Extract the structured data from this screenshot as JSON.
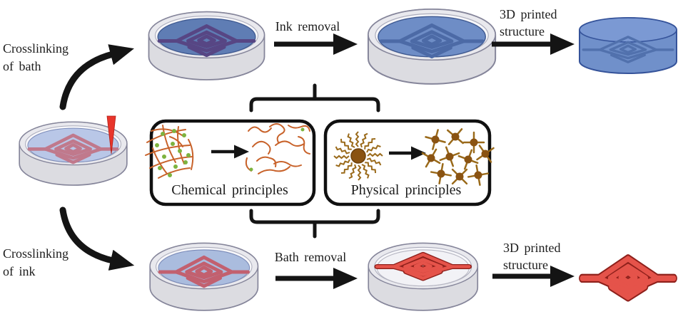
{
  "figure": {
    "top_path": {
      "crosslink_label_line1": "Crosslinking",
      "crosslink_label_line2": "of bath",
      "step2_arrow_label": "Ink removal",
      "step3_arrow_label_line1": "3D printed",
      "step3_arrow_label_line2": "structure"
    },
    "principles": {
      "chemical_label": "Chemical principles",
      "physical_label": "Physical principles"
    },
    "bottom_path": {
      "crosslink_label_line1": "Crosslinking",
      "crosslink_label_line2": "of ink",
      "step2_arrow_label": "Bath removal",
      "step3_arrow_label_line1": "3D printed",
      "step3_arrow_label_line2": "structure"
    }
  },
  "colors": {
    "arrow_black": "#141414",
    "dish_gray": "#dcdce1",
    "start_bath": "#b9c7e7",
    "start_ink": "#c0798c",
    "nozzle_red": "#e8352b",
    "crosslinked_bath": "#5f7db4",
    "crosslinked_bath_ink": "#574684",
    "gel_blue": "#6e8dc6",
    "gel_groove": "#4c6aa6",
    "cylinder_blue": "#7090ca",
    "cylinder_groove": "#5171ad",
    "ink_bath": "#aabcde",
    "ink_red": "#c2606f",
    "structure_red": "#e5534a",
    "structure_red_dark": "#8e201b",
    "chain_orange": "#c8622a",
    "crosslink_green": "#7db33f",
    "micelle_brown": "#9a6a1a",
    "node_brown": "#8a5312"
  }
}
